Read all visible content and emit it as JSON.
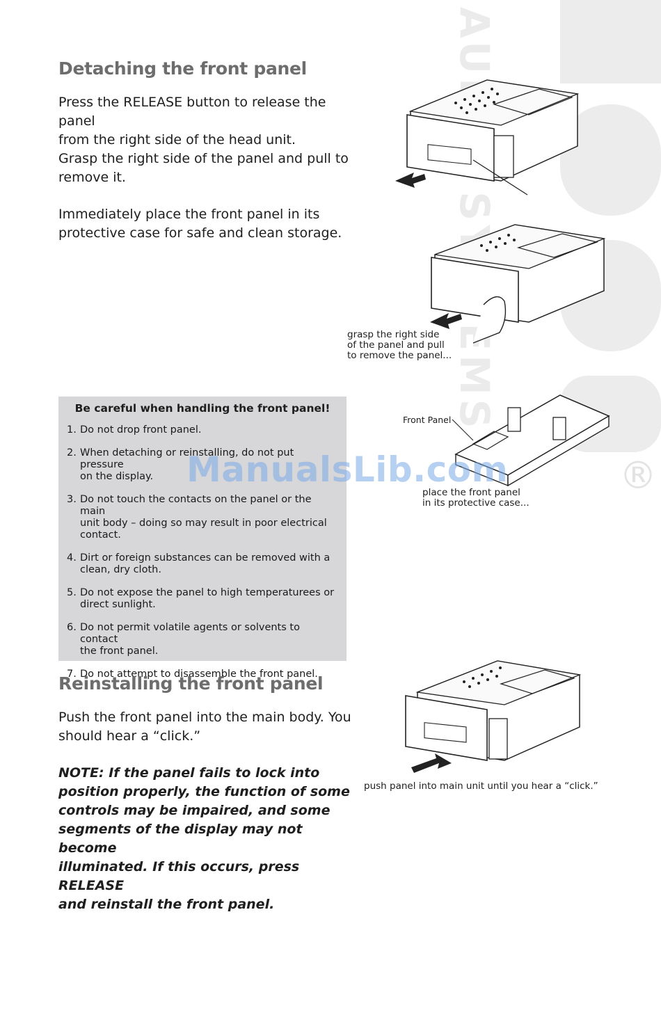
{
  "brand": {
    "vertical_text": "AUDIO SYSTEMS",
    "registered_mark": "®"
  },
  "watermark": "ManualsLib.com",
  "section1": {
    "heading": "Detaching the front panel",
    "para1_line1": "Press the RELEASE button to release the panel",
    "para1_line2": "from the right side of the head unit.",
    "para2_line1": "Grasp the right side of the panel and pull to",
    "para2_line2": "remove it.",
    "para3_line1": "Immediately place the front panel in its",
    "para3_line2": "protective case for safe and clean storage."
  },
  "figures": {
    "fig2_caption_1": "grasp the right side",
    "fig2_caption_2": "of the panel and pull",
    "fig2_caption_3": "to remove the panel...",
    "fig3_label": "Front Panel",
    "fig3_caption_1": "place the front panel",
    "fig3_caption_2": "in its protective case...",
    "fig4_caption": "push panel into main unit until you hear a “click.”"
  },
  "caution": {
    "title": "Be careful when handling the front panel!",
    "items": [
      {
        "num": "1.",
        "l1": "Do not drop front panel.",
        "l2": ""
      },
      {
        "num": "2.",
        "l1": "When detaching or reinstalling, do not put pressure",
        "l2": "on the display."
      },
      {
        "num": "3.",
        "l1": "Do not touch the contacts on the panel or the main",
        "l2": "unit body – doing so may result in poor electrical",
        "l3": "contact."
      },
      {
        "num": "4.",
        "l1": "Dirt or foreign substances can be removed with a",
        "l2": "clean, dry cloth."
      },
      {
        "num": "5.",
        "l1": "Do not expose the panel to high temperaturees or",
        "l2": "direct sunlight."
      },
      {
        "num": "6.",
        "l1": "Do not permit volatile agents or solvents to contact",
        "l2": "the front panel."
      },
      {
        "num": "7.",
        "l1": "Do not attempt to disassemble the front panel.",
        "l2": ""
      }
    ]
  },
  "section2": {
    "heading": "Reinstalling the front panel",
    "para1_line1": "Push the front panel into the main body. You",
    "para1_line2": "should hear a “click.”",
    "note_line1": "NOTE: If the panel fails to lock into",
    "note_line2": "position properly, the function of some",
    "note_line3": "controls may be impaired, and some",
    "note_line4": "segments of the display may not become",
    "note_line5": "illuminated. If this occurs, press RELEASE",
    "note_line6": "and reinstall the front panel."
  }
}
